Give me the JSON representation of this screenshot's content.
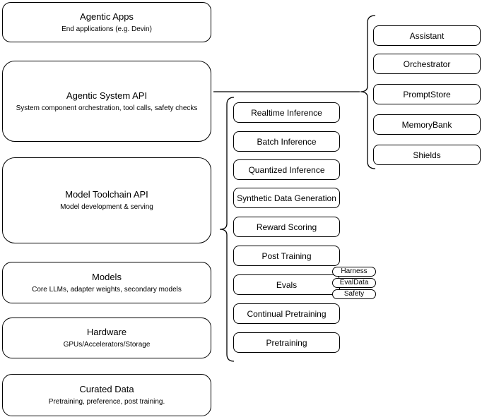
{
  "diagram": {
    "colors": {
      "background": "#ffffff",
      "stroke": "#000000",
      "text": "#000000"
    },
    "left_column": [
      {
        "title": "Agentic Apps",
        "subtitle": "End applications (e.g. Devin)"
      },
      {
        "title": "Agentic System API",
        "subtitle": "System component orchestration, tool calls, safety checks"
      },
      {
        "title": "Model Toolchain API",
        "subtitle": "Model development & serving"
      },
      {
        "title": "Models",
        "subtitle": "Core LLMs, adapter weights, secondary models"
      },
      {
        "title": "Hardware",
        "subtitle": "GPUs/Accelerators/Storage"
      },
      {
        "title": "Curated Data",
        "subtitle": "Pretraining, preference, post training."
      }
    ],
    "toolchain_components": [
      "Realtime Inference",
      "Batch Inference",
      "Quantized Inference",
      "Synthetic Data Generation",
      "Reward Scoring",
      "Post Training",
      "Evals",
      "Continual Pretraining",
      "Pretraining"
    ],
    "eval_tags": [
      "Harness",
      "EvalData",
      "Safety"
    ],
    "agentic_components": [
      "Assistant",
      "Orchestrator",
      "PromptStore",
      "MemoryBank",
      "Shields"
    ]
  }
}
